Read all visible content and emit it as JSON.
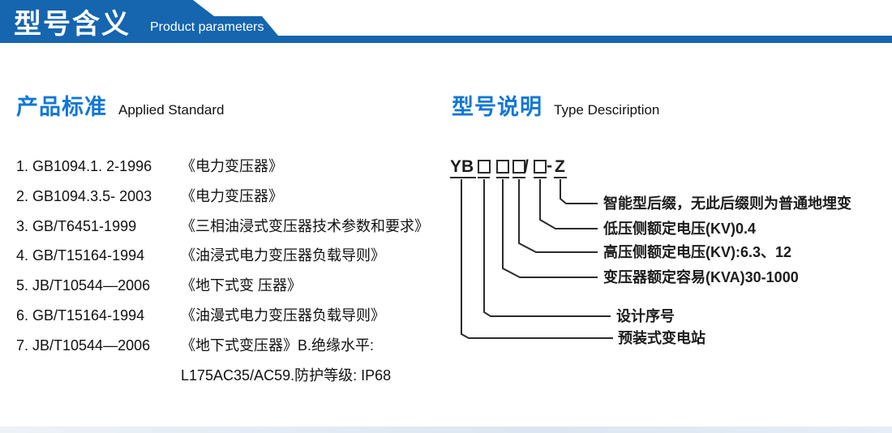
{
  "header": {
    "title_cn": "型号含义",
    "title_en": "Product parameters"
  },
  "standards": {
    "heading_cn": "产品标准",
    "heading_en": "Applied Standard",
    "items": [
      {
        "code": "1. GB1094.1. 2-1996",
        "title": "《电力变压器》"
      },
      {
        "code": "2. GB1094.3.5- 2003",
        "title": "《电力变压器》"
      },
      {
        "code": "3. GB/T6451-1999",
        "title": "《三相油浸式变压器技术参数和要求》"
      },
      {
        "code": "4. GB/T15164-1994",
        "title": "《油浸式电力变压器负载导则》"
      },
      {
        "code": "5. JB/T10544—2006",
        "title": "《地下式变 压器》"
      },
      {
        "code": "6. GB/T15164-1994",
        "title": "《油漫式电力变压器负载导则》"
      },
      {
        "code": "7. JB/T10544—2006",
        "title": "《地下式变压器》B.绝缘水平:"
      },
      {
        "code": "",
        "title": "L175AC35/AC59.防护等级: IP68"
      }
    ]
  },
  "model": {
    "heading_cn": "型号说明",
    "heading_en": "Type Desciription",
    "code": {
      "prefix": "YB",
      "slash": "/",
      "dash": "-",
      "suffix": "Z"
    },
    "labels": [
      "智能型后缀，无此后缀则为普通地埋变",
      "低压侧额定电压(KV)0.4",
      "高压侧额定电压(KV):6.3、12",
      "变压器额定容易(KVA)30-1000",
      "设计序号",
      "预装式变电站"
    ]
  },
  "colors": {
    "header_blue": "#1565af",
    "heading_blue": "#1277d6",
    "line_color": "#2b2b2b"
  }
}
